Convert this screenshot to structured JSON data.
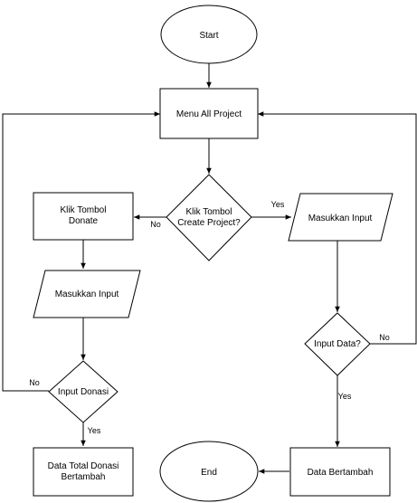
{
  "diagram": {
    "nodes": {
      "start": "Start",
      "menu": "Menu All Project",
      "decision_create": [
        "Klik Tombol",
        "Create Project?"
      ],
      "klik_donate": [
        "Klik Tombol",
        "Donate"
      ],
      "input_left": "Masukkan Input",
      "input_right": "Masukkan Input",
      "decision_donasi": "Input Donasi",
      "decision_data": "Input Data?",
      "data_total": [
        "Data Total Donasi",
        "Bertambah"
      ],
      "end": "End",
      "data_bertambah": "Data Bertambah"
    },
    "edges": {
      "create_no": "No",
      "create_yes": "Yes",
      "donasi_no": "No",
      "donasi_yes": "Yes",
      "data_no": "No",
      "data_yes": "Yes"
    }
  }
}
